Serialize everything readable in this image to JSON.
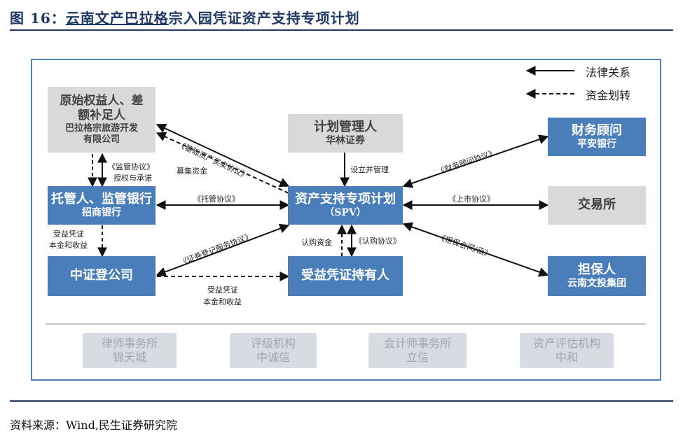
{
  "figure": {
    "title_prefix": "图 16：",
    "title_underlined": "云南文产巴拉格",
    "title_rest": "宗入园凭证资产支持专项计划"
  },
  "legend": {
    "legal_relation": "法律关系",
    "fund_transfer": "资金划转"
  },
  "nodes": {
    "originator": {
      "line1": "原始权益人、差",
      "line2": "额补足人",
      "line3": "巴拉格宗旅游开发",
      "line4": "有限公司"
    },
    "plan_manager": {
      "line1": "计划管理人",
      "line2": "华林证券"
    },
    "financial_advisor": {
      "line1": "财务顾问",
      "line2": "平安银行"
    },
    "custodian": {
      "line1": "托管人、监管银行",
      "line2": "招商银行"
    },
    "spv": {
      "line1": "资产支持专项计划",
      "line2": "（SPV）"
    },
    "exchange": {
      "line1": "交易所"
    },
    "csdc": {
      "line1": "中证登公司"
    },
    "holders": {
      "line1": "受益凭证持有人"
    },
    "guarantor": {
      "line1": "担保人",
      "line2": "云南文投集团"
    },
    "law_firm": {
      "line1": "律师事务所",
      "line2": "锦天城"
    },
    "rating": {
      "line1": "评级机构",
      "line2": "中诚信"
    },
    "accounting": {
      "line1": "会计师事务所",
      "line2": "立信"
    },
    "appraisal": {
      "line1": "资产评估机构",
      "line2": "中和"
    }
  },
  "edge_labels": {
    "asset_sale": "《基础资产买卖协议》",
    "raise_funds": "募集资金",
    "establish_manage": "设立并管理",
    "fin_advisor_agreement": "《财务顾问协议》",
    "supervision_line1": "《监管协议》",
    "supervision_line2": "授权与承诺",
    "custody": "《托管协议》",
    "listing": "《上市协议》",
    "registration": "《证券登记服务协议》",
    "subscribe_funds": "认购资金",
    "subscription": "《认购协议》",
    "guarantee": "《担保合同/函》",
    "cert_income_left_line1": "受益凭证",
    "cert_income_left_line2": "本金和收益",
    "cert_income_bottom_line1": "受益凭证",
    "cert_income_bottom_line2": "本金和收益"
  },
  "source": "资料来源：Wind,民生证券研究院"
}
